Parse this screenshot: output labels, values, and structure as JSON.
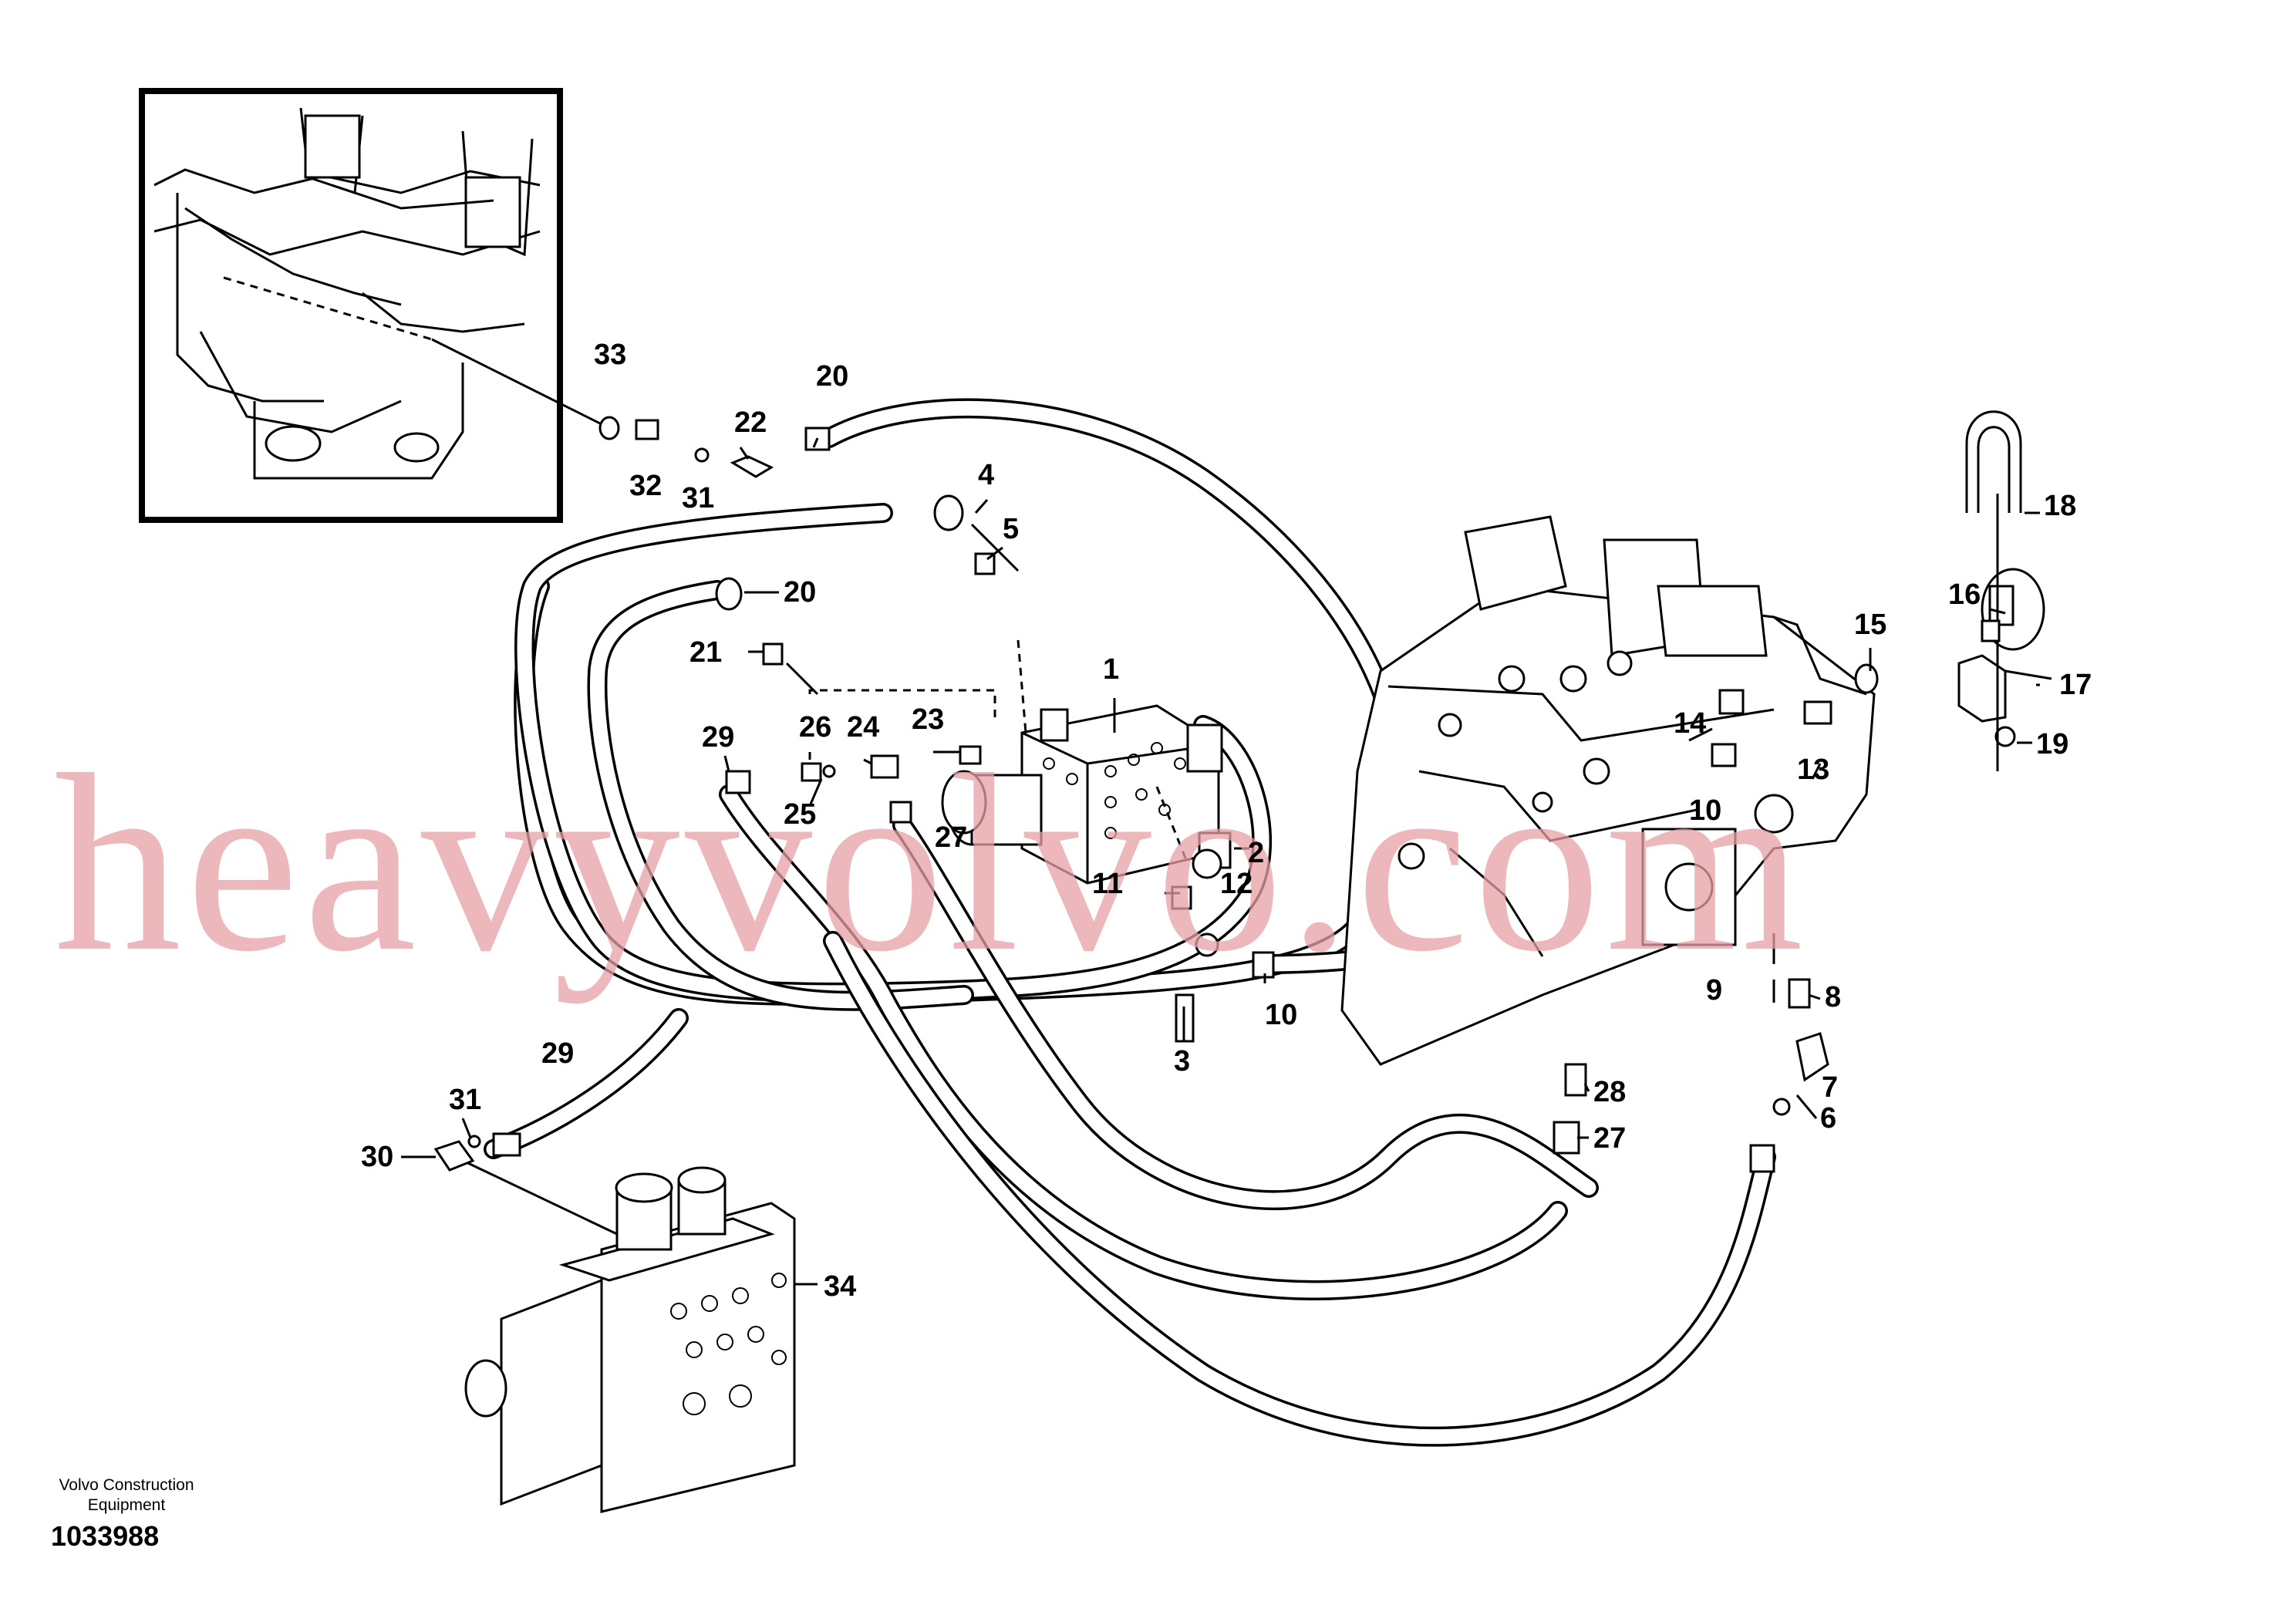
{
  "watermark": "heavyvolvo.com",
  "caption": {
    "maker_line1": "Volvo Construction",
    "maker_line2": "Equipment",
    "drawing_number": "1033988"
  },
  "callouts": {
    "c1": "1",
    "c2": "2",
    "c3": "3",
    "c4": "4",
    "c5": "5",
    "c6": "6",
    "c7": "7",
    "c8": "8",
    "c9": "9",
    "c10a": "10",
    "c10b": "10",
    "c11": "11",
    "c12": "12",
    "c13": "13",
    "c14": "14",
    "c15": "15",
    "c16": "16",
    "c17": "17",
    "c18": "18",
    "c19": "19",
    "c20a": "20",
    "c20b": "20",
    "c21": "21",
    "c22": "22",
    "c23": "23",
    "c24": "24",
    "c25": "25",
    "c26": "26",
    "c27a": "27",
    "c27b": "27",
    "c28": "28",
    "c29a": "29",
    "c29b": "29",
    "c30": "30",
    "c31a": "31",
    "c31b": "31",
    "c32": "32",
    "c33": "33",
    "c34": "34"
  }
}
